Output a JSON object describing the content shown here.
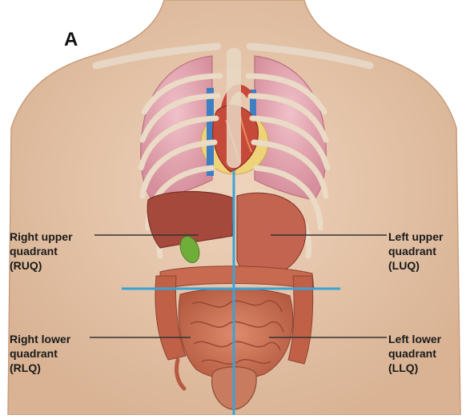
{
  "figure": {
    "panel_letter": "A"
  },
  "quadrants": {
    "ruq": "Right upper\nquadrant\n(RUQ)",
    "luq": "Left upper\nquadrant\n(LUQ)",
    "rlq": "Right lower\nquadrant\n(RLQ)",
    "llq": "Left lower\nquadrant\n(LLQ)"
  },
  "colors": {
    "divider_lines": "#3aa3d6",
    "skin": "#e9c9ad",
    "lungs": "#e7a7b3",
    "heart": "#c64a3a",
    "liver": "#a5493c",
    "stomach": "#c2644f",
    "intestines": "#c86a4f",
    "gallbladder": "#6fae3a"
  }
}
